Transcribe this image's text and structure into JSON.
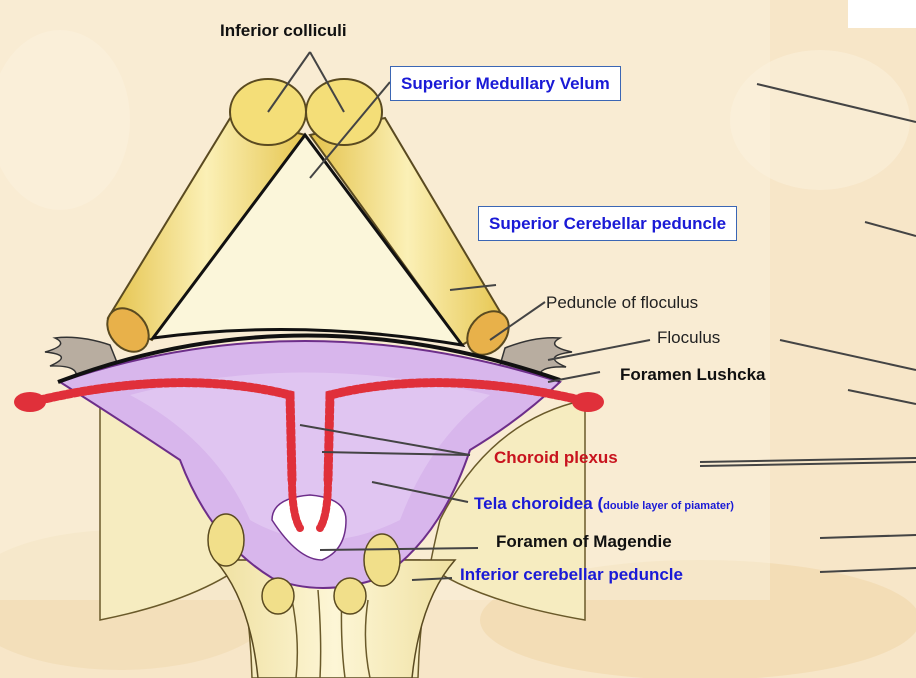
{
  "labels": {
    "inferior_colliculi": "Inferior colliculi",
    "superior_medullary_velum": "Superior Medullary Velum",
    "superior_cerebellar_peduncle": "Superior Cerebellar peduncle",
    "peduncle_of_floculus": "Peduncle of floculus",
    "floculus": "Floculus",
    "foramen_lushcka": "Foramen Lushcka",
    "choroid_plexus": "Choroid plexus",
    "tela_choroidea": "Tela choroidea (",
    "tela_choroidea_note": "double layer of piamater)",
    "foramen_of_magendie": "Foramen of Magendie",
    "inferior_cerebellar_peduncle": "Inferior cerebellar peduncle"
  },
  "colors": {
    "background": "#f7e6c8",
    "peduncle_yellow": "#f2dc72",
    "tela_purple": "#d8b6ec",
    "plexus_red": "#e0303a",
    "label_blue": "#1a1ad6",
    "label_red": "#c8141e"
  }
}
